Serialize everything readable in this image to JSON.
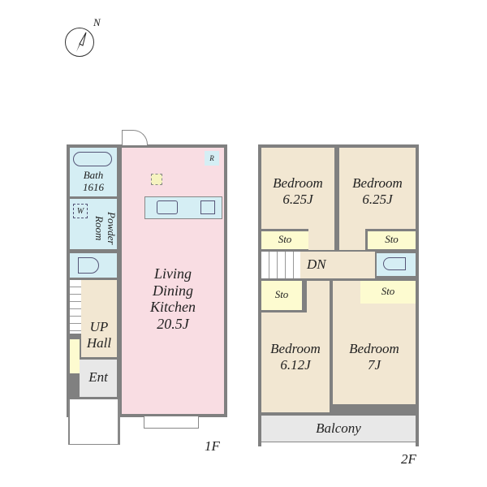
{
  "compass": {
    "north_label": "N"
  },
  "floor1": {
    "label": "1F",
    "bath": {
      "name": "Bath",
      "size": "1616"
    },
    "powder": {
      "name": "Powder Room",
      "w_label": "W"
    },
    "ldk": {
      "line1": "Living",
      "line2": "Dining",
      "line3": "Kitchen",
      "size": "20.5J",
      "fridge_label": "R"
    },
    "hall": {
      "up": "UP",
      "name": "Hall"
    },
    "entrance": "Ent"
  },
  "floor2": {
    "label": "2F",
    "bedroom_nw": {
      "name": "Bedroom",
      "size": "6.25J"
    },
    "bedroom_ne": {
      "name": "Bedroom",
      "size": "6.25J"
    },
    "bedroom_sw": {
      "name": "Bedroom",
      "size": "6.12J"
    },
    "bedroom_se": {
      "name": "Bedroom",
      "size": "7J"
    },
    "storage": "Sto",
    "stairs": "DN",
    "balcony": "Balcony"
  }
}
